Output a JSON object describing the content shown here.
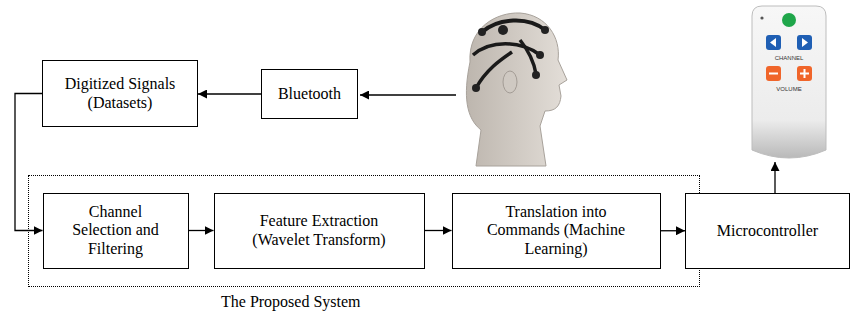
{
  "diagram": {
    "nodes": [
      {
        "text": [
          "Digitized Signals (Datasets)"
        ]
      },
      {
        "text": [
          "Bluetooth"
        ]
      },
      {
        "text": [
          "The Proposed System"
        ]
      },
      {
        "text": [
          "Channel Selection and Filtering"
        ],
        "in": 2
      },
      {
        "text": [
          "Feature Extraction (Wavelet Transform)"
        ],
        "in": 2
      },
      {
        "text": [
          "Translation into Commands (Machine Learning)"
        ],
        "in": 2
      },
      {
        "text": [
          "Microcontroller"
        ]
      }
    ],
    "edges": [
      {
        "from": 1,
        "to": 0,
        "arrow": "to"
      },
      {
        "from": 0,
        "to": 3,
        "arrow": "to"
      },
      {
        "from": 3,
        "to": 4,
        "arrow": "to"
      },
      {
        "from": 4,
        "to": 5,
        "arrow": "to"
      },
      {
        "from": 5,
        "to": 6,
        "arrow": "to"
      }
    ],
    "labels": [
      "CHANNEL",
      "VOLUME"
    ]
  }
}
